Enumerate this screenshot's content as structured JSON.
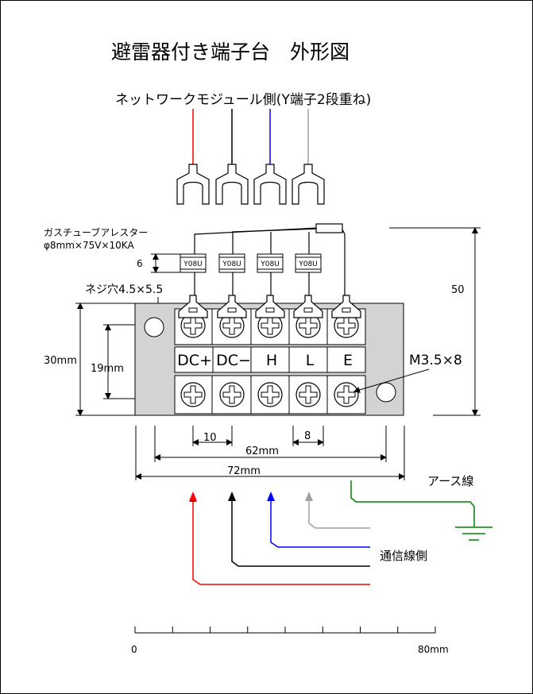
{
  "title": "避雷器付き端子台　外形図",
  "top_label": "ネットワークモジュール側(Y端子2段重ね)",
  "arrester_label_1": "ガスチューブアレスター",
  "arrester_label_2": "φ8mm×75V×10KA",
  "arrester_part": "Y08U",
  "screw_hole_label": "ネジ穴4.5×5.5",
  "screw_label": "M3.5×8",
  "terminals": [
    "DC+",
    "DC−",
    "H",
    "L",
    "E"
  ],
  "dims": {
    "arrester_h": "6",
    "height_50": "50",
    "height_30": "30mm",
    "height_19": "19mm",
    "pitch_10": "10",
    "pitch_8": "8",
    "width_62": "62mm",
    "width_72": "72mm"
  },
  "earth_label": "アース線",
  "comm_label": "通信線側",
  "scale": {
    "start": "0",
    "end": "80mm"
  },
  "colors": {
    "red": "#ff0000",
    "black": "#000000",
    "blue": "#0000ff",
    "gray": "#a0a0a0",
    "green": "#008000",
    "block": "#d3d3d3"
  }
}
